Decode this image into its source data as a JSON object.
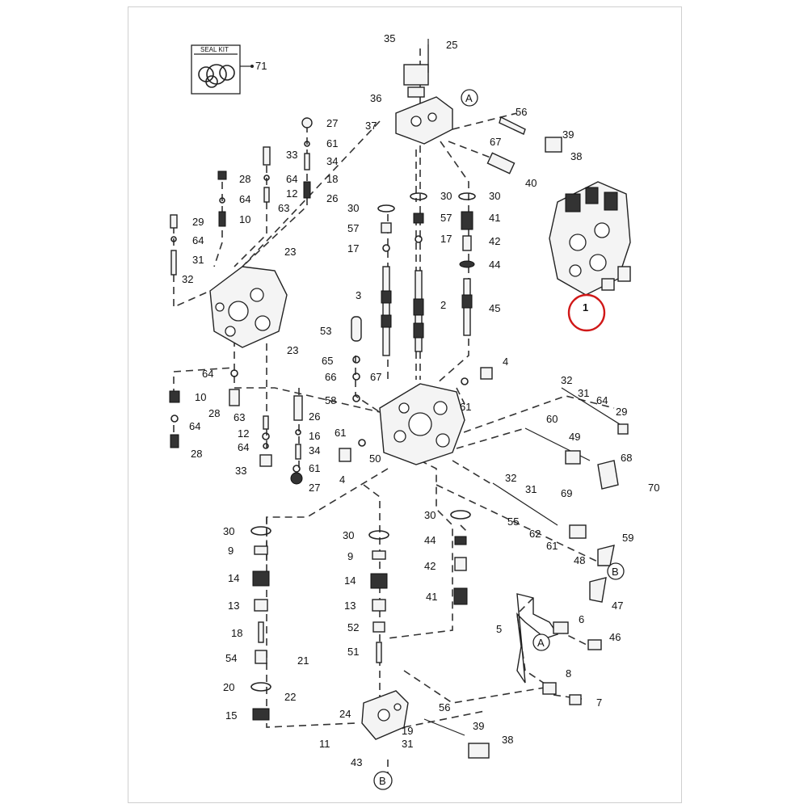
{
  "seal_kit": {
    "text": "SEAL KIT",
    "callout": "71"
  },
  "highlight_callout": "1",
  "reference_markers": {
    "a_top": "A",
    "a_lower": "A",
    "b_right": "B",
    "b_bottom": "B"
  },
  "callouts": {
    "top": [
      "35",
      "25",
      "36",
      "37",
      "56",
      "39",
      "38",
      "67",
      "40"
    ],
    "left_upper": [
      "27",
      "61",
      "33",
      "34",
      "28",
      "64",
      "18",
      "12",
      "26",
      "63",
      "29",
      "10",
      "31",
      "32",
      "23",
      "23"
    ],
    "center_upper": [
      "30",
      "30",
      "30",
      "57",
      "57",
      "41",
      "17",
      "17",
      "42",
      "44",
      "3",
      "2",
      "45",
      "53",
      "65",
      "66",
      "67",
      "58",
      "4",
      "61"
    ],
    "left_lower": [
      "64",
      "10",
      "28",
      "64",
      "28",
      "63",
      "12",
      "64",
      "33",
      "26",
      "16",
      "34",
      "61",
      "27",
      "61",
      "4",
      "50"
    ],
    "right_middle": [
      "32",
      "31",
      "64",
      "29",
      "60",
      "49",
      "68",
      "32",
      "31",
      "69",
      "70",
      "55",
      "62",
      "61",
      "59",
      "48",
      "B",
      "47",
      "6",
      "46",
      "5",
      "8",
      "7"
    ],
    "bottom_left": [
      "30",
      "9",
      "14",
      "13",
      "18",
      "54",
      "21",
      "22",
      "20",
      "15"
    ],
    "bottom_center": [
      "30",
      "9",
      "14",
      "13",
      "52",
      "51",
      "30",
      "44",
      "42",
      "41",
      "24",
      "56",
      "39",
      "38",
      "19",
      "31",
      "11",
      "43"
    ]
  }
}
